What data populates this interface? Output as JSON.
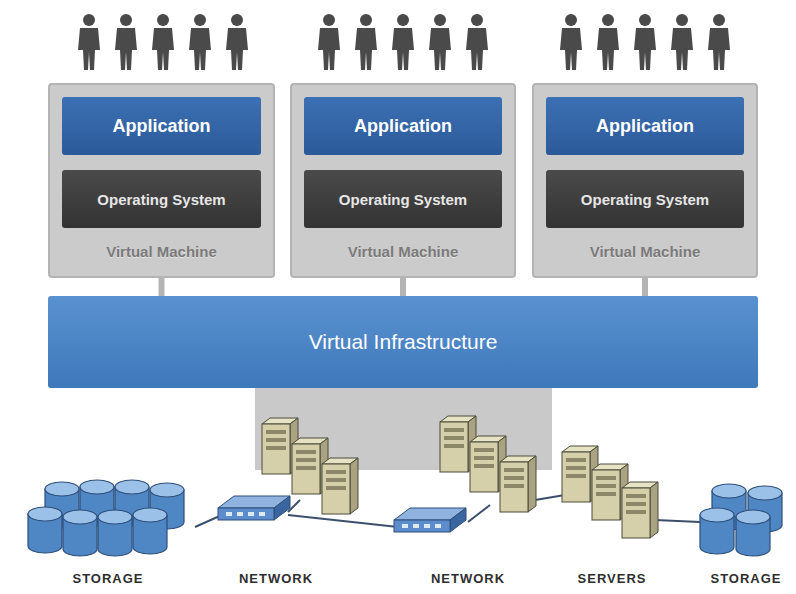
{
  "diagram": {
    "nodes": [
      {
        "text": [
          "Virtual Machine"
        ]
      },
      {
        "text": [
          "Application"
        ],
        "in": 0
      },
      {
        "text": [
          "Operating System"
        ],
        "in": 0
      },
      {
        "text": [
          "Virtual Machine"
        ]
      },
      {
        "text": [
          "Application"
        ],
        "in": 3
      },
      {
        "text": [
          "Operating System"
        ],
        "in": 3
      },
      {
        "text": [
          "Virtual Machine"
        ]
      },
      {
        "text": [
          "Application"
        ],
        "in": 6
      },
      {
        "text": [
          "Operating System"
        ],
        "in": 6
      },
      {
        "text": [
          "Virtual Infrastructure"
        ]
      }
    ],
    "edges": [
      {
        "from": 0,
        "to": 9,
        "arrow": "none"
      },
      {
        "from": 3,
        "to": 9,
        "arrow": "none"
      },
      {
        "from": 6,
        "to": 9,
        "arrow": "none"
      }
    ],
    "labels": [
      "STORAGE",
      "NETWORK",
      "NETWORK",
      "SERVERS",
      "STORAGE"
    ]
  }
}
